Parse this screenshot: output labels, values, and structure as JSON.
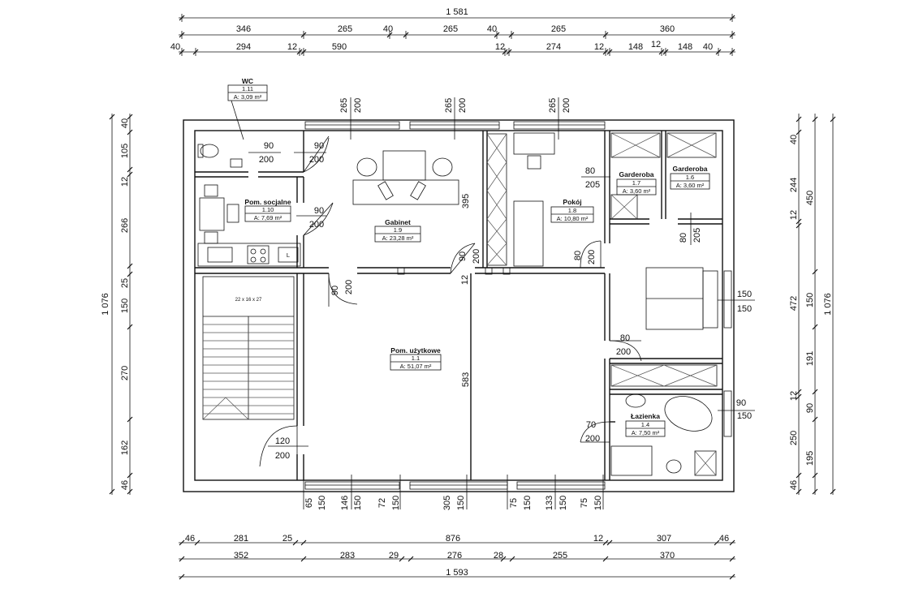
{
  "top_dims": {
    "total": "1 581",
    "row1": [
      "346",
      "265",
      "40",
      "265",
      "40",
      "265",
      "360"
    ],
    "row2": [
      "40",
      "294",
      "12",
      "590",
      "12",
      "274",
      "12",
      "148",
      "12",
      "148",
      "40"
    ]
  },
  "bottom_dims": {
    "total": "1 593",
    "row1": [
      "46",
      "281",
      "25",
      "876",
      "12",
      "307",
      "46"
    ],
    "row2": [
      "352",
      "283",
      "29",
      "276",
      "28",
      "255",
      "370"
    ],
    "openings": [
      "65",
      "150",
      "146",
      "150",
      "72",
      "150",
      "305",
      "150",
      "75",
      "150",
      "133",
      "150",
      "75",
      "150"
    ]
  },
  "left_dims": {
    "total": "1 076",
    "segments": [
      "40",
      "105",
      "12",
      "266",
      "25",
      "150",
      "270",
      "162",
      "46"
    ]
  },
  "right_dims": {
    "total": "1 076",
    "col1": [
      "40",
      "244",
      "12",
      "472",
      "12",
      "250",
      "46"
    ],
    "col2": [
      "450",
      "150",
      "191",
      "90",
      "195"
    ]
  },
  "rooms": [
    {
      "id": "wc",
      "name": "WC",
      "number": "1.11",
      "area": "A: 3,09 m²"
    },
    {
      "id": "social",
      "name": "Pom. socjalne",
      "number": "1.10",
      "area": "A: 7,69 m²"
    },
    {
      "id": "office",
      "name": "Gabinet",
      "number": "1.9",
      "area": "A: 23,28 m²"
    },
    {
      "id": "utility",
      "name": "Pom. użytkowe",
      "number": "1.1",
      "area": "A: 51,07 m²"
    },
    {
      "id": "room",
      "name": "Pokój",
      "number": "1.8",
      "area": "A: 10,80 m²"
    },
    {
      "id": "wardrobe1",
      "name": "Garderoba",
      "number": "1.7",
      "area": "A: 3,60 m²"
    },
    {
      "id": "wardrobe2",
      "name": "Garderoba",
      "number": "1.6",
      "area": "A: 3,60 m²"
    },
    {
      "id": "bathroom",
      "name": "Łazienka",
      "number": "1.4",
      "area": "A: 7,50 m²"
    }
  ],
  "openings": {
    "top_windows": [
      {
        "w": "265",
        "h": "200"
      },
      {
        "w": "265",
        "h": "200"
      },
      {
        "w": "265",
        "h": "200"
      }
    ],
    "doors": [
      {
        "w": "90",
        "h": "200"
      },
      {
        "w": "90",
        "h": "200"
      },
      {
        "w": "90",
        "h": "200"
      },
      {
        "w": "90",
        "h": "200"
      },
      {
        "w": "90",
        "h": "200"
      },
      {
        "w": "80",
        "h": "200"
      },
      {
        "w": "80",
        "h": "205"
      },
      {
        "w": "80",
        "h": "205"
      },
      {
        "w": "80",
        "h": "200"
      },
      {
        "w": "70",
        "h": "200"
      },
      {
        "w": "120",
        "h": "200"
      },
      {
        "w": "12",
        "h": "395"
      }
    ],
    "side_windows": [
      {
        "w": "150",
        "h": "150"
      },
      {
        "w": "90",
        "h": "150"
      }
    ]
  },
  "misc": {
    "stair_label": "22 x 16 x 27",
    "interior_dim": "583",
    "interior_dim2": "395",
    "l_mark": "L"
  }
}
